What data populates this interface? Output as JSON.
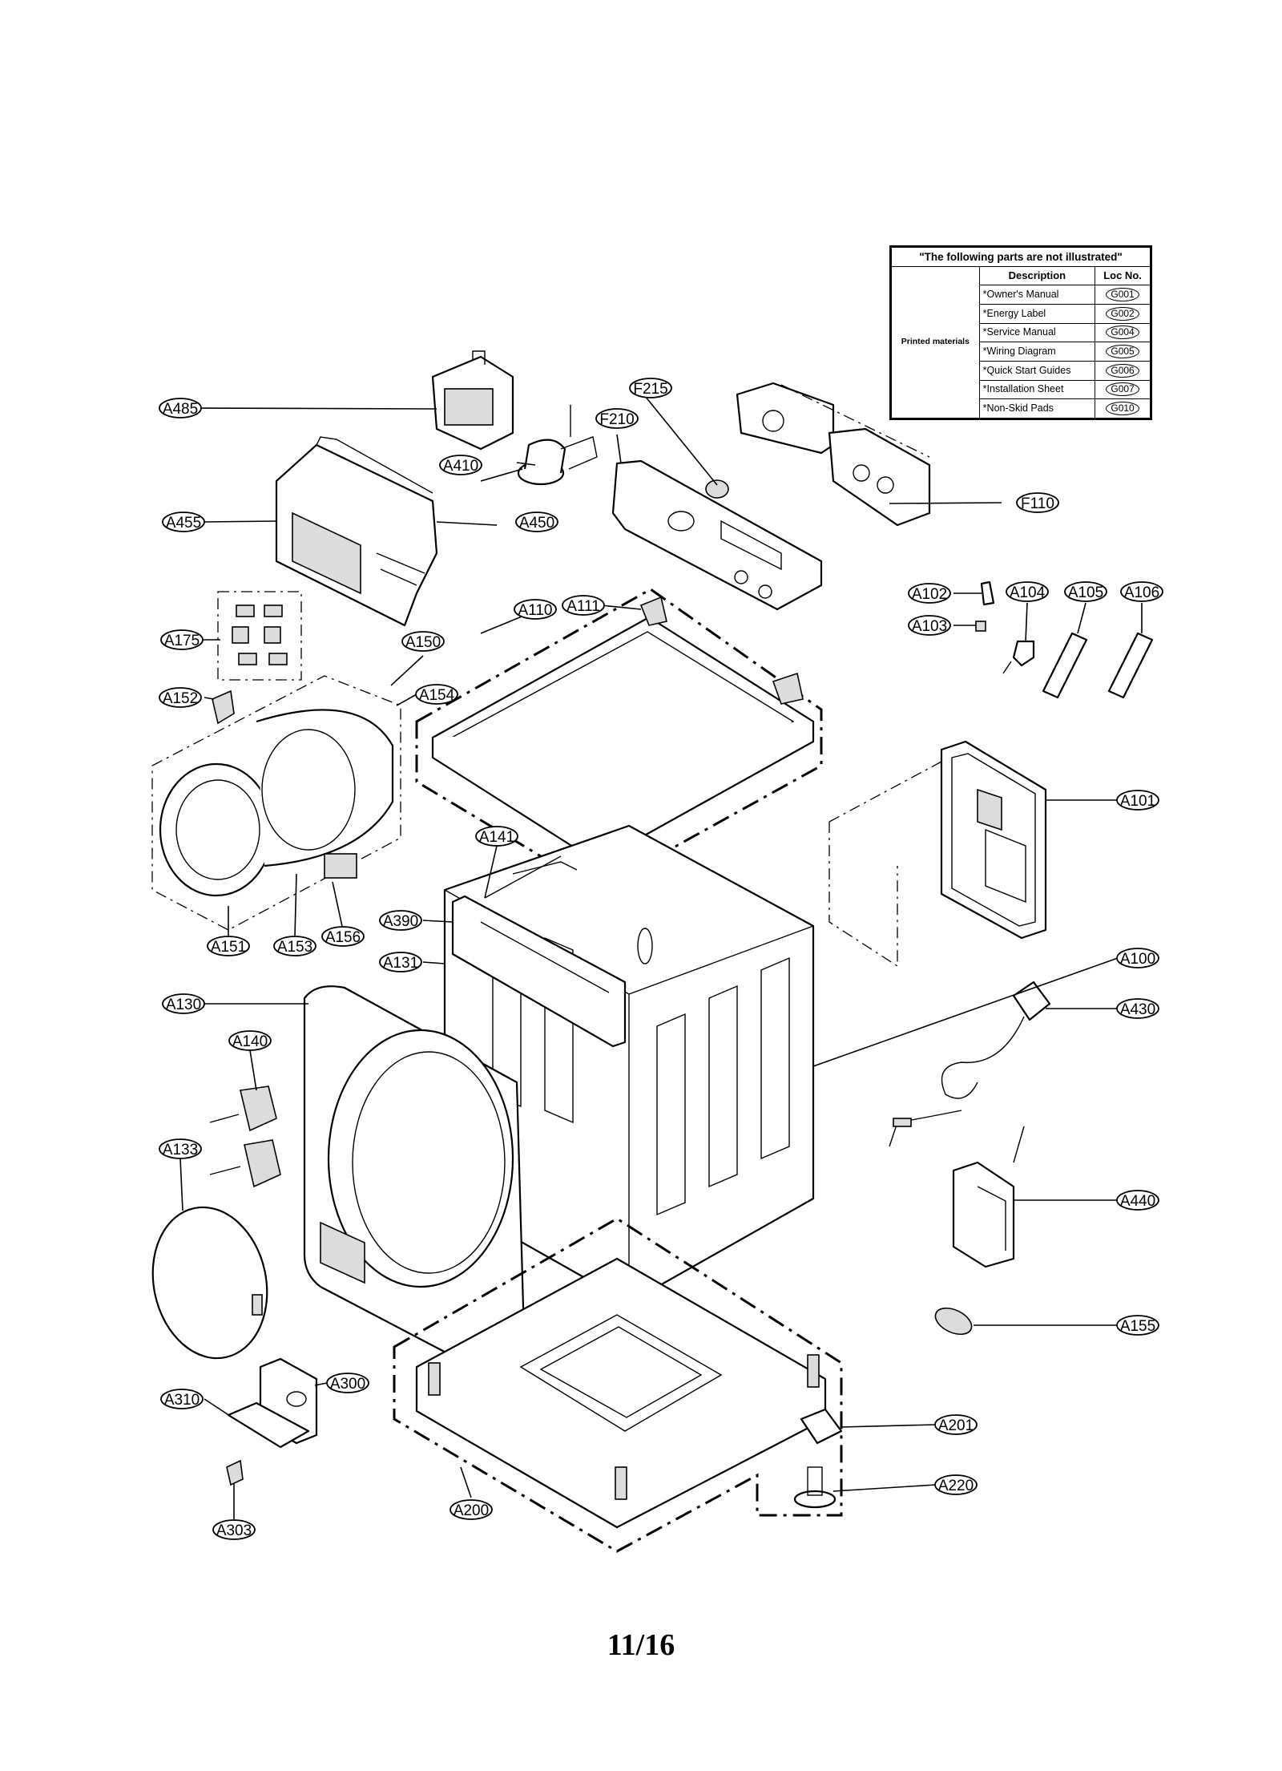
{
  "labels": {
    "A485": "A485",
    "A455": "A455",
    "A450": "A450",
    "A410": "A410",
    "F215": "F215",
    "F210": "F210",
    "F110": "F110",
    "A175": "A175",
    "A150": "A150",
    "A152": "A152",
    "A154": "A154",
    "A110": "A110",
    "A111": "A111",
    "A102": "A102",
    "A103": "A103",
    "A104": "A104",
    "A105": "A105",
    "A106": "A106",
    "A101": "A101",
    "A141": "A141",
    "A390": "A390",
    "A151": "A151",
    "A153": "A153",
    "A156": "A156",
    "A131": "A131",
    "A130": "A130",
    "A100": "A100",
    "A430": "A430",
    "A140": "A140",
    "A133": "A133",
    "A440": "A440",
    "A155": "A155",
    "A300": "A300",
    "A310": "A310",
    "A201": "A201",
    "A220": "A220",
    "A200": "A200",
    "A303": "A303"
  },
  "table": {
    "title": "\"The following parts are not illustrated\"",
    "col_description": "Description",
    "col_loc": "Loc No.",
    "category": "Printed materials",
    "rows": [
      {
        "desc": "*Owner's Manual",
        "loc": "G001"
      },
      {
        "desc": "*Energy Label",
        "loc": "G002"
      },
      {
        "desc": "*Service Manual",
        "loc": "G004"
      },
      {
        "desc": "*Wiring Diagram",
        "loc": "G005"
      },
      {
        "desc": "*Quick Start Guides",
        "loc": "G006"
      },
      {
        "desc": "*Installation Sheet",
        "loc": "G007"
      },
      {
        "desc": "*Non-Skid Pads",
        "loc": "G010"
      }
    ]
  },
  "page_number": "11/16"
}
